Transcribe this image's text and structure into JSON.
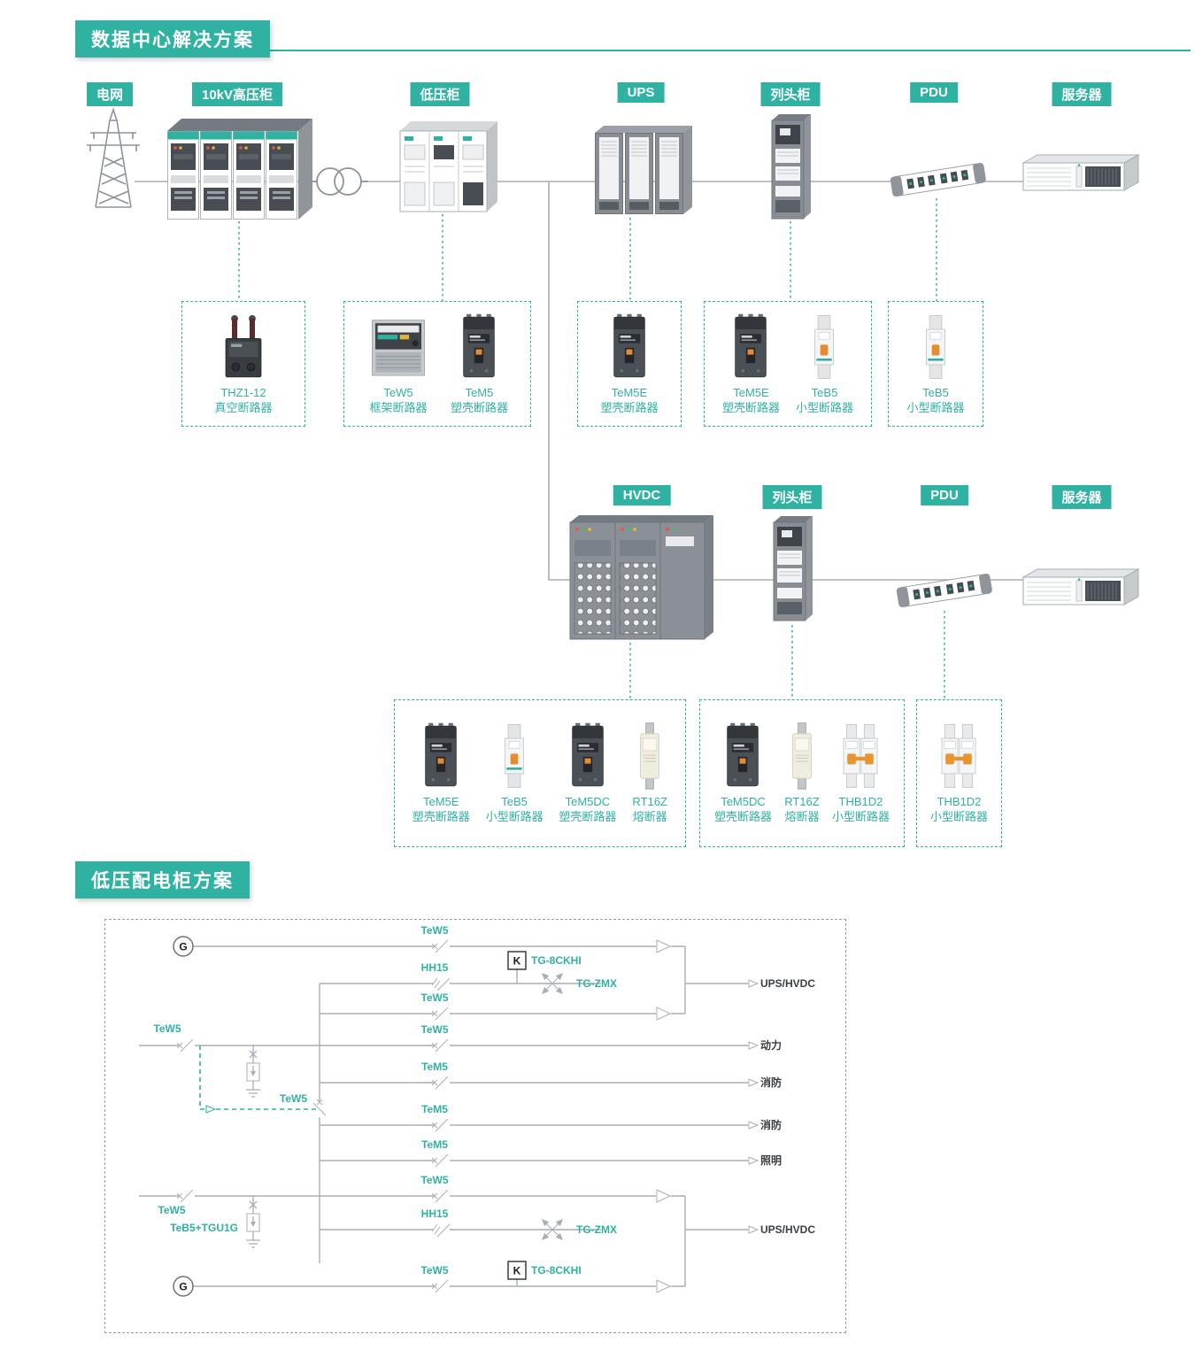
{
  "titles": {
    "section1": "数据中心解决方案",
    "section2": "低压配电柜方案"
  },
  "colors": {
    "accent": "#2FB2A2"
  },
  "chain1": {
    "nodes": [
      {
        "label": "电网"
      },
      {
        "label": "10kV高压柜"
      },
      {
        "label": "低压柜"
      },
      {
        "label": "UPS"
      },
      {
        "label": "列头柜"
      },
      {
        "label": "PDU"
      },
      {
        "label": "服务器"
      }
    ]
  },
  "chain2": {
    "nodes": [
      {
        "label": "HVDC"
      },
      {
        "label": "列头柜"
      },
      {
        "label": "PDU"
      },
      {
        "label": "服务器"
      }
    ]
  },
  "groups1": [
    {
      "products": [
        {
          "name": "THZ1-12",
          "desc": "真空断路器"
        }
      ]
    },
    {
      "products": [
        {
          "name": "TeW5",
          "desc": "框架断路器"
        },
        {
          "name": "TeM5",
          "desc": "塑壳断路器"
        }
      ]
    },
    {
      "products": [
        {
          "name": "TeM5E",
          "desc": "塑壳断路器"
        }
      ]
    },
    {
      "products": [
        {
          "name": "TeM5E",
          "desc": "塑壳断路器"
        },
        {
          "name": "TeB5",
          "desc": "小型断路器"
        }
      ]
    },
    {
      "products": [
        {
          "name": "TeB5",
          "desc": "小型断路器"
        }
      ]
    }
  ],
  "groups2": [
    {
      "products": [
        {
          "name": "TeM5E",
          "desc": "塑壳断路器"
        },
        {
          "name": "TeB5",
          "desc": "小型断路器"
        },
        {
          "name": "TeM5DC",
          "desc": "塑壳断路器"
        },
        {
          "name": "RT16Z",
          "desc": "熔断器"
        }
      ]
    },
    {
      "products": [
        {
          "name": "TeM5DC",
          "desc": "塑壳断路器"
        },
        {
          "name": "RT16Z",
          "desc": "熔断器"
        },
        {
          "name": "THB1D2",
          "desc": "小型断路器"
        }
      ]
    },
    {
      "products": [
        {
          "name": "THB1D2",
          "desc": "小型断路器"
        }
      ]
    }
  ],
  "schematic": {
    "generator_label": "G",
    "transfer_key_label": "K",
    "device_labels": {
      "tew5": "TeW5",
      "tem5": "TeM5",
      "hh15": "HH15",
      "tg8ckhi": "TG-8CKHI",
      "tgzmx": "TG-ZMX",
      "teb5_tgu1g": "TeB5+TGU1G"
    },
    "outputs": {
      "ups_top": "UPS/HVDC",
      "power": "动力",
      "fire1": "消防",
      "fire2": "消防",
      "lighting": "照明",
      "ups_bottom": "UPS/HVDC"
    }
  }
}
